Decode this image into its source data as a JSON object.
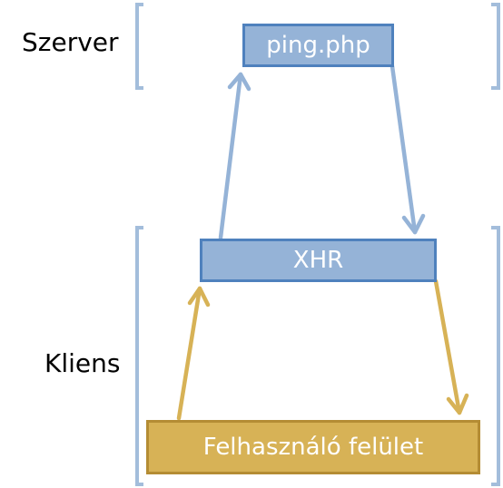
{
  "tiers": {
    "server_label": "Szerver",
    "client_label": "Kliens"
  },
  "nodes": {
    "server": "ping.php",
    "xhr": "XHR",
    "ui": "Felhasználó felület"
  },
  "colors": {
    "server_bracket": "#a3bddb",
    "blue_box_fill": "#95b3d7",
    "blue_box_border": "#4f81bd",
    "blue_arrow": "#95b3d7",
    "gold_box_fill": "#d7b256",
    "gold_box_border": "#b48c34",
    "gold_arrow": "#d7b256"
  }
}
